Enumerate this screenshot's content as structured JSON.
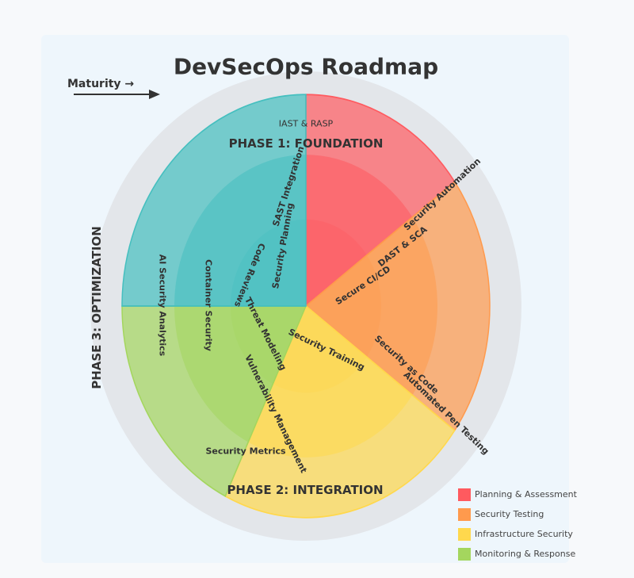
{
  "title": "DevSecOps Roadmap",
  "maturity_label": "Maturity →",
  "phases": {
    "phase1": "PHASE 1: FOUNDATION",
    "phase2": "PHASE 2: INTEGRATION",
    "phase3": "PHASE 3: OPTIMIZATION"
  },
  "practices": {
    "iast": "IAST & RASP",
    "sast": "SAST Integration",
    "planning": "Security Planning",
    "code_reviews": "Code Reviews",
    "container": "Container Security",
    "ai_analytics": "AI Security Analytics",
    "threat": "Threat Modeling",
    "vuln": "Vulnerability Management",
    "metrics": "Security Metrics",
    "training": "Security Training",
    "cicd": "Secure CI/CD",
    "dast": "DAST & SCA",
    "automation": "Security Automation",
    "sac": "Security as Code",
    "pentest": "Automated Pen Testing"
  },
  "legend": [
    {
      "label": "Planning & Assessment",
      "color": "#ff5a5f"
    },
    {
      "label": "Security Testing",
      "color": "#ff9a4d"
    },
    {
      "label": "Infrastructure Security",
      "color": "#ffd84d"
    },
    {
      "label": "Monitoring & Response",
      "color": "#a4d65e"
    }
  ],
  "colors": {
    "teal": "#45bfbf",
    "ring": "#e3e6ea"
  }
}
